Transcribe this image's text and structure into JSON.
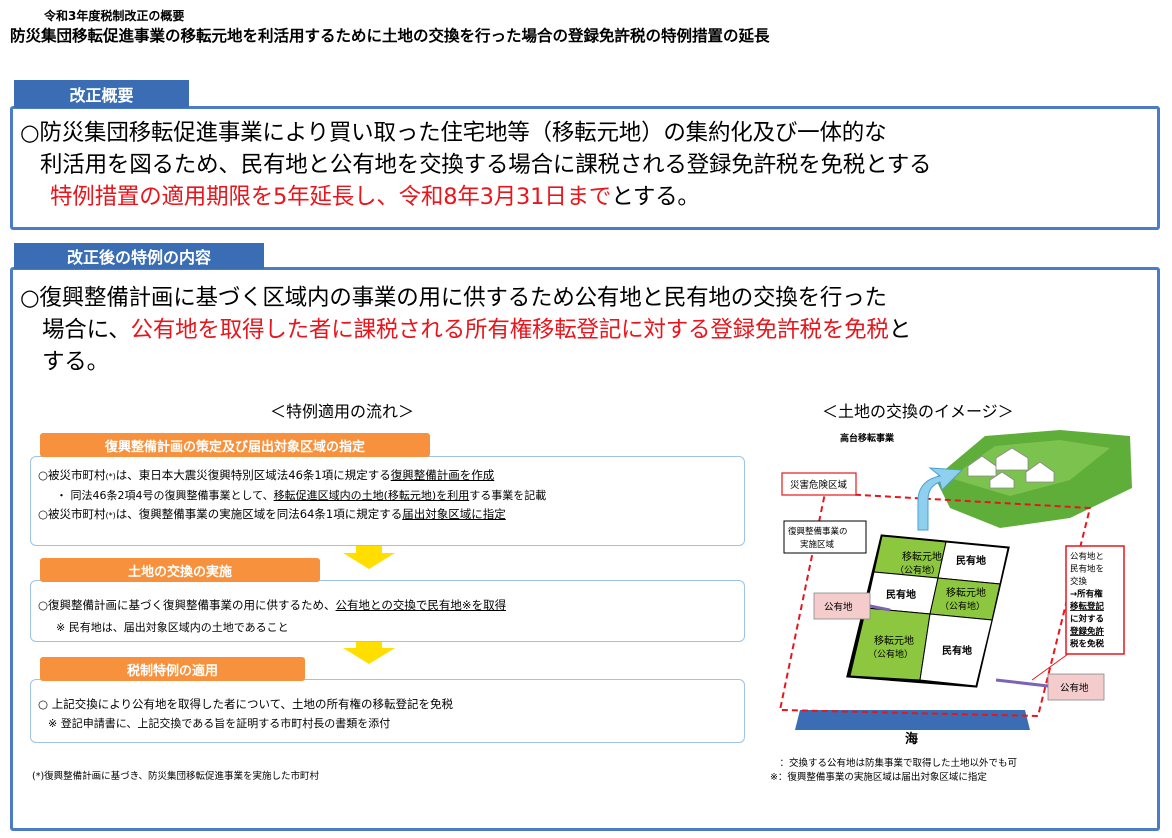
{
  "header": {
    "small": "令和3年度税制改正の概要",
    "title": "防災集団移転促進事業の移転元地を利活用するために土地の交換を行った場合の登録免許税の特例措置の延長"
  },
  "section1": {
    "tab": "改正概要",
    "line1": "○防災集団移転促進事業により買い取った住宅地等（移転元地）の集約化及び一体的な",
    "line2": "利活用を図るため、民有地と公有地を交換する場合に課税される登録免許税を免税とする",
    "line3_red": "特例措置の適用期限を5年延長し、令和8年3月31日まで",
    "line3_black": "とする。"
  },
  "section2": {
    "tab": "改正後の特例の内容",
    "line1": "○復興整備計画に基づく区域内の事業の用に供するため公有地と民有地の交換を行った",
    "line2_black": "場合に、",
    "line2_red": "公有地を取得した者に課税される所有権移転登記に対する登録免許税を免税",
    "line2_tail": "と",
    "line3": "する。",
    "flow_caption": "＜特例適用の流れ＞",
    "image_caption": "＜土地の交換のイメージ＞"
  },
  "flow": {
    "step1": {
      "tab": "復興整備計画の策定及び届出対象区域の指定",
      "l1_pre": "○被災市町村",
      "l1_mark": "(*)",
      "l1_mid": "は、東日本大震災復興特別区域法46条1項に規定する",
      "l1_u": "復興整備計画を作成",
      "l2_pre": "・ 同法46条2項4号の復興整備事業として、",
      "l2_u": "移転促進区域内の土地(移転元地)を利用",
      "l2_post": "する事業を記載",
      "l3_pre": "○被災市町村",
      "l3_mark": "(*)",
      "l3_mid": "は、復興整備事業の実施区域を同法64条1項に規定する",
      "l3_u": "届出対象区域に指定"
    },
    "step2": {
      "tab": "土地の交換の実施",
      "l1_pre": "○復興整備計画に基づく復興整備事業の用に供するため、",
      "l1_u": "公有地との交換で民有地※を取得",
      "l2": "※ 民有地は、届出対象区域内の土地であること"
    },
    "step3": {
      "tab": "税制特例の適用",
      "l1": "○  上記交換により公有地を取得した者について、土地の所有権の移転登記を免税",
      "l2": "※ 登記申請書に、上記交換である旨を証明する市町村長の書類を添付"
    },
    "footnote": "(*)復興整備計画に基づき、防災集団移転促進事業を実施した市町村"
  },
  "diagram": {
    "highland_label": "高台移転事業",
    "hazard_label": "災害危険区域",
    "area_label_1": "復興整備事業の",
    "area_label_2": "実施区域",
    "cell_moto": "移転元地",
    "cell_moto_sub": "（公有地）",
    "cell_min": "民有地",
    "koyu_left": "公有地",
    "koyu_right": "公有地",
    "sea": "海",
    "note_lines": [
      "公有地と",
      "民有地を",
      "交換",
      "→所有権",
      "移転登記",
      "に対する",
      "登録免許",
      "税を免税"
    ],
    "footer1": "※　：交換する公有地は防集事業で取得した土地以外でも可",
    "footer2": "※※：復興整備事業の実施区域は届出対象区域に指定"
  },
  "colors": {
    "tab_blue": "#3a6db3",
    "box_border": "#4a7cc7",
    "orange": "#f7913d",
    "red": "#e8161c",
    "green": "#8dc63f",
    "sea": "#3a6db3"
  }
}
